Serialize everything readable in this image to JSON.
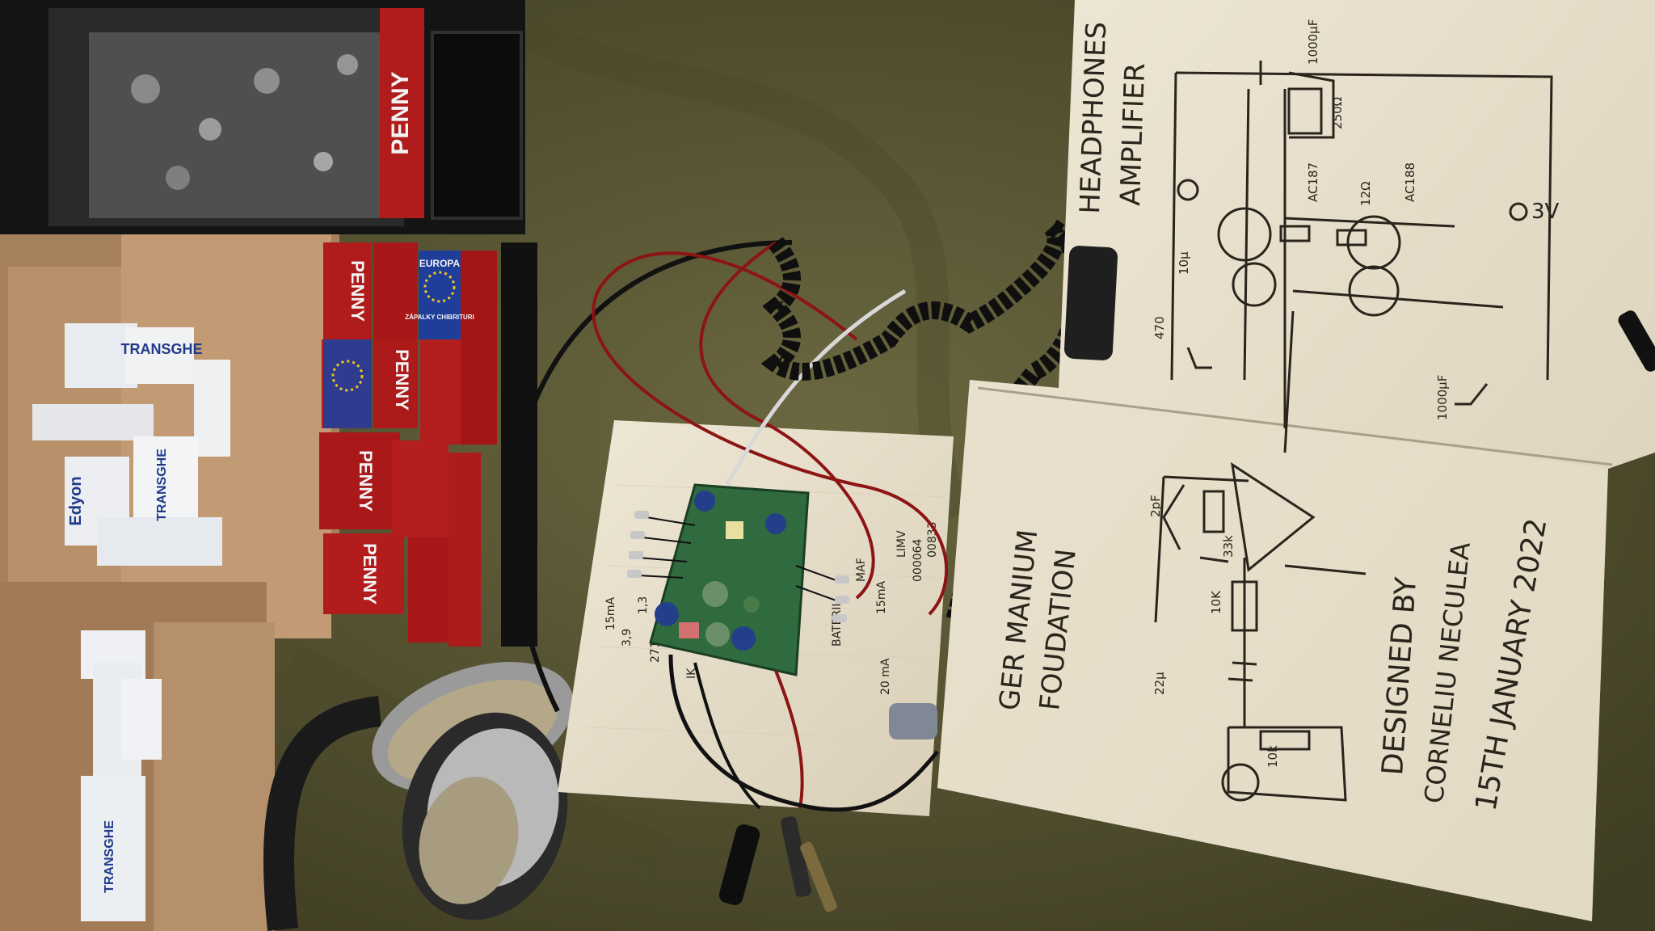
{
  "scene": {
    "colors": {
      "fabric": "#5f5c36",
      "fabric_dark": "#3f3d22",
      "cardboard": "#b8916b",
      "cardboard_dark": "#8b6a4b",
      "matchbox_red": "#b01c1c",
      "notebook_paper": "#ebe4d2",
      "ink": "#2a241c",
      "pcb_green": "#2f6b3e",
      "cable_black": "#141414",
      "wire_red": "#8c1414"
    },
    "left_items": {
      "matchbox_brand_penny": "PENNY",
      "matchbox_brand_europa": "EUROPA",
      "matchbox_subtitle_europa": "ZÁPALKY CHIBRITURI",
      "matchbox_brand_transghe": "TRANSGHE",
      "matchbox_brand_edyon": "Edyon"
    },
    "notebook": {
      "title_line1": "HEADPHONES",
      "title_line2": "AMPLIFIER",
      "subtitle_line1": "GER MANIUM",
      "subtitle_line2": "FOUDATION",
      "credit_line1": "DESIGNED BY",
      "credit_line2": "CORNELIU NECULEA",
      "credit_line3": "15TH JANUARY 2022",
      "supply_label": "3V",
      "component_labels": [
        "1000µF",
        "250Ω",
        "470",
        "10µ",
        "AC187",
        "AC188",
        "12Ω",
        "1000µF",
        "2pF",
        "33k",
        "10K",
        "22µ",
        "10k"
      ]
    },
    "small_paper": {
      "notes": [
        "15mA",
        "1,3",
        "3,9",
        "271",
        "IK",
        "BATERII",
        "MAF",
        "15mA",
        "LIMV",
        "000064",
        "00833",
        "20 mA"
      ]
    }
  }
}
